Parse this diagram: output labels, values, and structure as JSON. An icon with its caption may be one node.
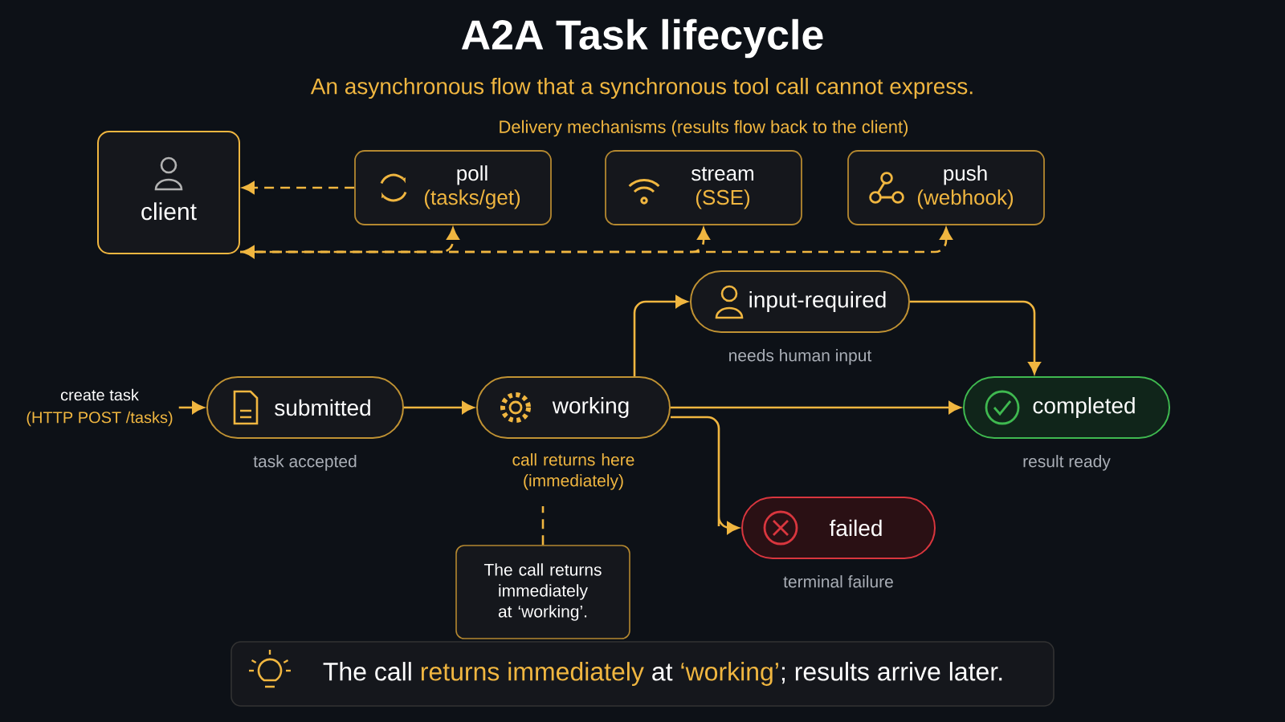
{
  "diagram": {
    "title": "A2A Task lifecycle",
    "caption": "An asynchronous flow that a synchronous tool call cannot express.",
    "nodes": [
      {
        "text": [
          "client"
        ]
      },
      {
        "text": [
          "poll",
          "(tasks/get)"
        ]
      },
      {
        "text": [
          "stream",
          "(SSE)"
        ]
      },
      {
        "text": [
          "push",
          "(webhook)"
        ]
      },
      {
        "text": [
          "submitted"
        ],
        "beside": [
          "task accepted"
        ]
      },
      {
        "text": [
          "working"
        ],
        "beside": [
          "call returns here (immediately)"
        ]
      },
      {
        "text": [
          "input-required"
        ],
        "beside": [
          "needs human input"
        ]
      },
      {
        "text": [
          "completed"
        ],
        "beside": [
          "result ready"
        ]
      },
      {
        "text": [
          "failed"
        ],
        "beside": [
          "terminal failure"
        ]
      },
      {
        "text": [
          "The call returns immediately at ‘working’."
        ]
      },
      {
        "text": [
          "create task",
          "(HTTP POST /tasks)"
        ]
      },
      {
        "text": [
          "The call **returns immediately** at **‘working’**; results arrive later."
        ]
      }
    ],
    "edges": [
      {
        "from": 1,
        "to": 0,
        "arrow": "to",
        "style": "dashed"
      },
      {
        "from": 0,
        "to": 1,
        "arrow": "both",
        "style": "dashed"
      },
      {
        "from": 0,
        "to": 2,
        "arrow": "to",
        "style": "dashed"
      },
      {
        "from": 0,
        "to": 3,
        "arrow": "to",
        "style": "dashed"
      },
      {
        "from": 10,
        "to": 4,
        "arrow": "to"
      },
      {
        "from": 4,
        "to": 5,
        "arrow": "to"
      },
      {
        "from": 5,
        "to": 6,
        "arrow": "to"
      },
      {
        "from": 6,
        "to": 7,
        "arrow": "to"
      },
      {
        "from": 5,
        "to": 7,
        "arrow": "to"
      },
      {
        "from": 5,
        "to": 8,
        "arrow": "to"
      },
      {
        "from": 9,
        "to": 5,
        "arrow": "none",
        "style": "dashed"
      }
    ],
    "labels": [
      "Delivery mechanisms (results flow back to the client)"
    ]
  }
}
